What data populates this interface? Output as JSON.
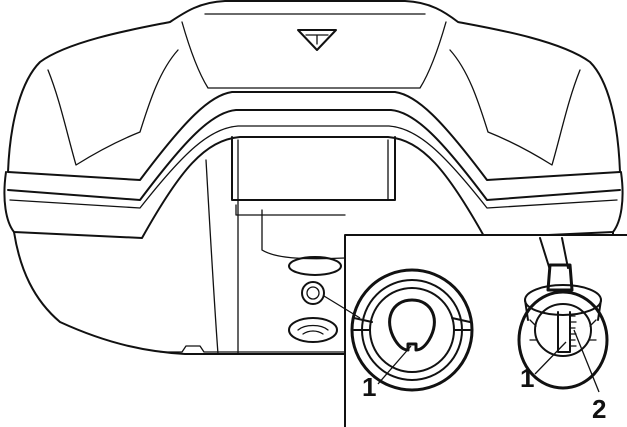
{
  "callouts": {
    "detail_left_label": "1",
    "detail_right_label_1": "1",
    "detail_right_label_2": "2"
  },
  "colors": {
    "ink": "#111111",
    "paper": "#ffffff"
  },
  "icons": {
    "case_emblem": "triangle-t-logo-icon"
  }
}
